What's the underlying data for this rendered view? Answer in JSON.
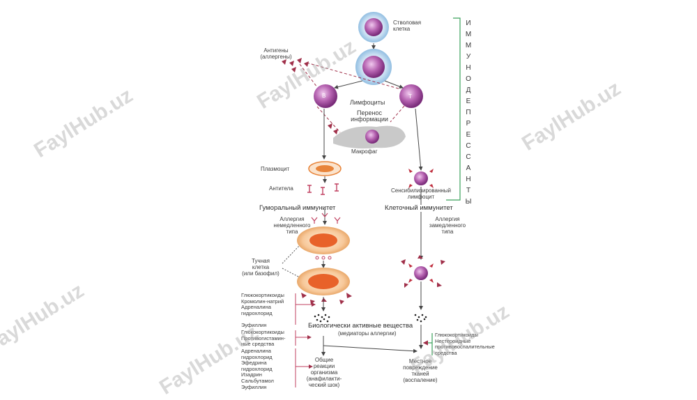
{
  "diagram": {
    "vertical_label": "ИММУНОДЕПРЕССАНТЫ",
    "stem_cell": "Стволовая\nклетка",
    "antigens": "Антигены\n(аллергены)",
    "b_cell": "В",
    "t_cell": "Т",
    "lymphocytes": "Лимфоциты",
    "info_transfer": "Перенос\nинформации",
    "macrophage": "Макрофаг",
    "plasmocyte": "Плазмоцит",
    "antibodies": "Антитела",
    "sensitized_lymphocyte": "Сенсибилизированный\nлимфоцит",
    "humoral_immunity": "Гуморальный иммунитет",
    "cellular_immunity": "Клеточный иммунитет",
    "immediate_allergy": "Аллергия\nнемедленного\nтипа",
    "delayed_allergy": "Аллергия\nзамедленного\nтипа",
    "mast_cell": "Тучная\nклетка\n(или базофил)",
    "bioactive": "Биологически активные вещества",
    "mediators": "(медиаторы аллергии)",
    "drugs_1": "Глюкокортикоиды\nКромолин-натрий\nАдреналина\nгидрохлорид\n\nЭуфиллин",
    "drugs_2": "Глюкокортикоиды\nПротивогистамин-\nные средства",
    "drugs_3": "Адреналина\nгидрохлорид\nЭфедрина\nгидрохлорид\nИзадрин\nСальбутамол\nЭуфиллин",
    "drugs_4": "Глюкокортикоиды\nНестероидные\nпротивовоспалительные\nсредства",
    "general_reactions": "Общие\nреакции\nорганизма\n(анафилакти-\nческий шок)",
    "local_damage": "Местное\nповреждение\nтканей\n(воспаление)"
  },
  "watermarks": [
    "FaylHub.uz",
    "FaylHub.uz",
    "FaylHub.uz",
    "FaylHub.uz",
    "FaylHub.uz",
    "FaylHub.uz"
  ],
  "colors": {
    "cell_purple": "#8a3c8c",
    "cell_halo": "#a9cbe6",
    "arrow_red": "#a0304a",
    "plasma_orange": "#e8843a",
    "green_bracket": "#3aa05a"
  }
}
